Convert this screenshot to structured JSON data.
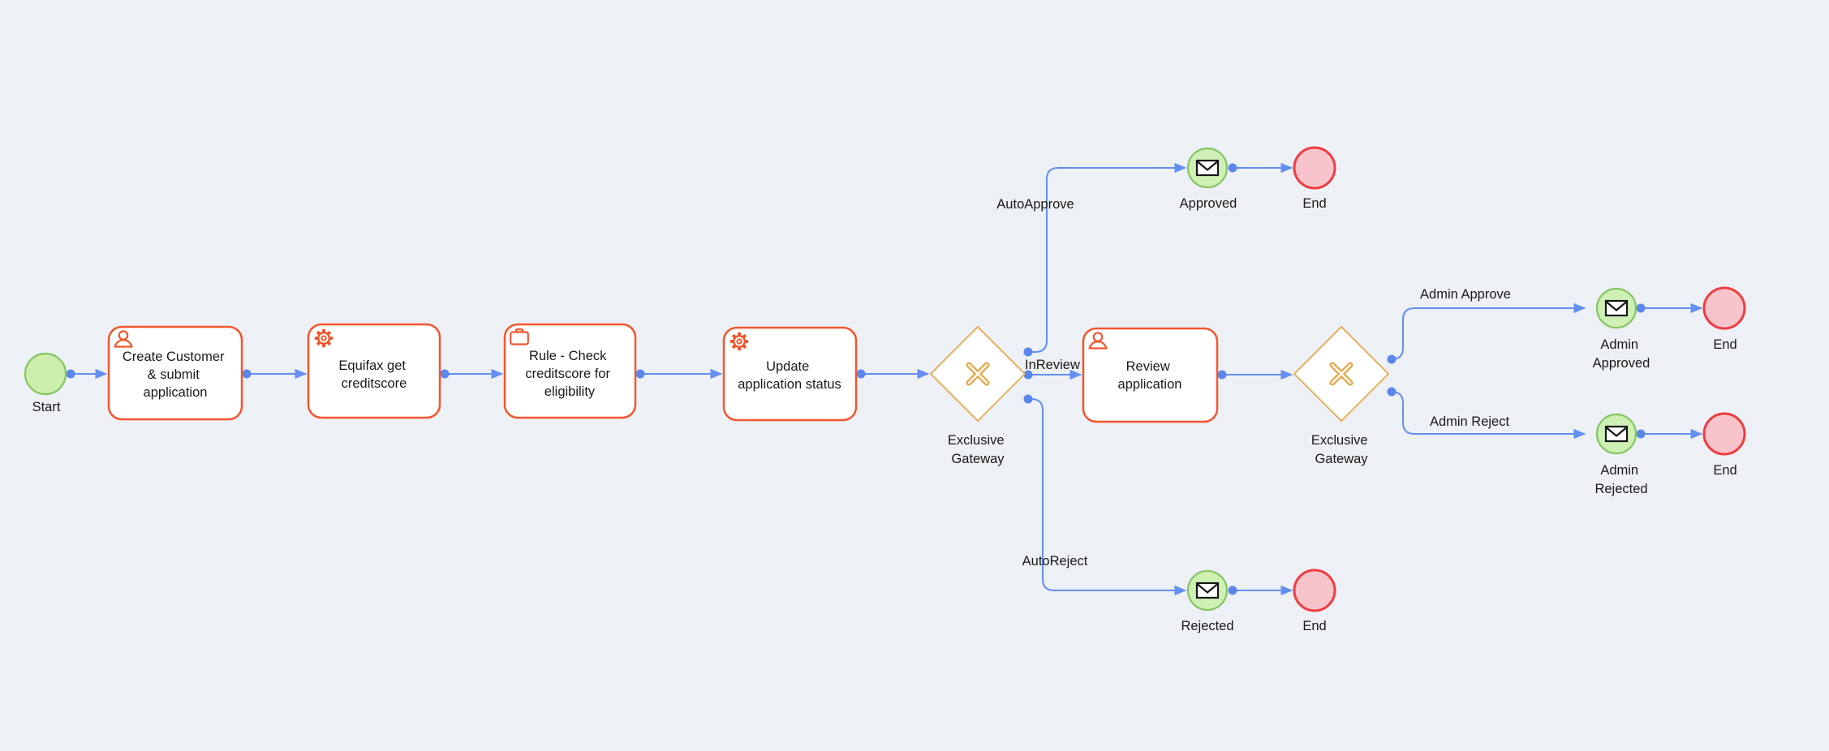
{
  "palette": {
    "background": "#edf0f4",
    "task_border": "#f2562f",
    "task_fill": "#ffffff",
    "connector_blue": "#628ff0",
    "gateway_orange": "#e9a64a",
    "start_event_fill": "#cceeab",
    "start_event_border": "#84c563",
    "message_event_fill": "#cff0b4",
    "message_event_border": "#84c563",
    "end_event_fill": "#f8c4cb",
    "end_event_border": "#ee3c40",
    "text": "#1a1a1a"
  },
  "nodes": {
    "start": {
      "type": "start-event",
      "label": "Start"
    },
    "create_customer": {
      "type": "user-task",
      "icon": "user-icon",
      "lines": [
        "Create Customer",
        "& submit",
        "application"
      ]
    },
    "equifax": {
      "type": "service-task",
      "icon": "gear-icon",
      "lines": [
        "Equifax get",
        "creditscore"
      ]
    },
    "rule_check": {
      "type": "business-rule-task",
      "icon": "briefcase-icon",
      "lines": [
        "Rule - Check",
        "creditscore for",
        "eligibility"
      ]
    },
    "update_status": {
      "type": "service-task",
      "icon": "gear-icon",
      "lines": [
        "Update",
        "application status"
      ]
    },
    "gateway1": {
      "type": "exclusive-gateway",
      "lines": [
        "Exclusive",
        "Gateway"
      ]
    },
    "review": {
      "type": "user-task",
      "icon": "user-icon",
      "lines": [
        "Review",
        "application"
      ]
    },
    "gateway2": {
      "type": "exclusive-gateway",
      "lines": [
        "Exclusive",
        "Gateway"
      ]
    },
    "approved": {
      "type": "message-event",
      "icon": "envelope-icon",
      "label": "Approved"
    },
    "end_top": {
      "type": "end-event",
      "label": "End"
    },
    "rejected": {
      "type": "message-event",
      "icon": "envelope-icon",
      "label": "Rejected"
    },
    "end_bottom": {
      "type": "end-event",
      "label": "End"
    },
    "admin_approved": {
      "type": "message-event",
      "icon": "envelope-icon",
      "lines": [
        "Admin",
        "Approved"
      ]
    },
    "end_right_top": {
      "type": "end-event",
      "label": "End"
    },
    "admin_rejected": {
      "type": "message-event",
      "icon": "envelope-icon",
      "lines": [
        "Admin",
        "Rejected"
      ]
    },
    "end_right_bottom": {
      "type": "end-event",
      "label": "End"
    }
  },
  "edges": {
    "auto_approve": {
      "label": "AutoApprove"
    },
    "in_review": {
      "label": "InReview"
    },
    "auto_reject": {
      "label": "AutoReject"
    },
    "admin_approve": {
      "label": "Admin Approve"
    },
    "admin_reject": {
      "label": "Admin Reject"
    }
  }
}
